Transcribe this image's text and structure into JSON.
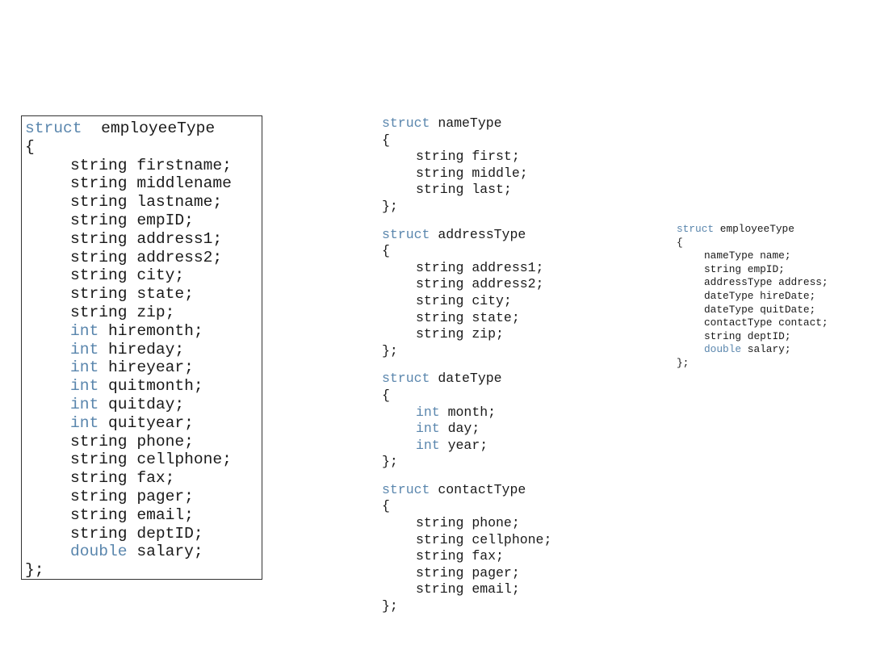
{
  "flat_struct": {
    "keyword": "struct",
    "name": "employeeType",
    "open": "{",
    "close": "};",
    "fields": [
      {
        "type": "string",
        "decl": "firstname;"
      },
      {
        "type": "string",
        "decl": "middlename"
      },
      {
        "type": "string",
        "decl": "lastname;"
      },
      {
        "type": "string",
        "decl": "empID;"
      },
      {
        "type": "string",
        "decl": "address1;"
      },
      {
        "type": "string",
        "decl": "address2;"
      },
      {
        "type": "string",
        "decl": "city;"
      },
      {
        "type": "string",
        "decl": "state;"
      },
      {
        "type": "string",
        "decl": "zip;"
      },
      {
        "type": "int",
        "decl": "hiremonth;",
        "kw": true
      },
      {
        "type": "int",
        "decl": "hireday;",
        "kw": true
      },
      {
        "type": "int",
        "decl": "hireyear;",
        "kw": true
      },
      {
        "type": "int",
        "decl": "quitmonth;",
        "kw": true
      },
      {
        "type": "int",
        "decl": "quitday;",
        "kw": true
      },
      {
        "type": "int",
        "decl": "quityear;",
        "kw": true
      },
      {
        "type": "string",
        "decl": "phone;"
      },
      {
        "type": "string",
        "decl": "cellphone;"
      },
      {
        "type": "string",
        "decl": "fax;"
      },
      {
        "type": "string",
        "decl": "pager;"
      },
      {
        "type": "string",
        "decl": "email;"
      },
      {
        "type": "string",
        "decl": "deptID;"
      },
      {
        "type": "double",
        "decl": "salary;",
        "kw": true
      }
    ]
  },
  "component_structs": [
    {
      "keyword": "struct",
      "name": "nameType",
      "open": "{",
      "close": "};",
      "fields": [
        {
          "type": "string",
          "decl": "first;"
        },
        {
          "type": "string",
          "decl": "middle;"
        },
        {
          "type": "string",
          "decl": "last;"
        }
      ]
    },
    {
      "keyword": "struct",
      "name": "addressType",
      "open": "{",
      "close": "};",
      "fields": [
        {
          "type": "string",
          "decl": "address1;"
        },
        {
          "type": "string",
          "decl": "address2;"
        },
        {
          "type": "string",
          "decl": "city;"
        },
        {
          "type": "string",
          "decl": "state;"
        },
        {
          "type": "string",
          "decl": "zip;"
        }
      ]
    },
    {
      "keyword": "struct",
      "name": "dateType",
      "open": "{",
      "close": "};",
      "fields": [
        {
          "type": "int",
          "decl": "month;",
          "kw": true
        },
        {
          "type": "int",
          "decl": "day;",
          "kw": true
        },
        {
          "type": "int",
          "decl": "year;",
          "kw": true
        }
      ]
    },
    {
      "keyword": "struct",
      "name": "contactType",
      "open": "{",
      "close": "};",
      "fields": [
        {
          "type": "string",
          "decl": "phone;"
        },
        {
          "type": "string",
          "decl": "cellphone;"
        },
        {
          "type": "string",
          "decl": "fax;"
        },
        {
          "type": "string",
          "decl": "pager;"
        },
        {
          "type": "string",
          "decl": "email;"
        }
      ]
    }
  ],
  "nested_struct": {
    "keyword": "struct",
    "name": "employeeType",
    "open": "{",
    "close": "};",
    "fields": [
      {
        "type": "nameType",
        "decl": "name;"
      },
      {
        "type": "string",
        "decl": "empID;"
      },
      {
        "type": "addressType",
        "decl": "address;"
      },
      {
        "type": "dateType",
        "decl": "hireDate;"
      },
      {
        "type": "dateType",
        "decl": "quitDate;"
      },
      {
        "type": "contactType",
        "decl": "contact;"
      },
      {
        "type": "string",
        "decl": "deptID;"
      },
      {
        "type": "double",
        "decl": "salary;",
        "kw": true
      }
    ]
  },
  "colors": {
    "keyword": "#5a86ad",
    "text": "#1a1a1a",
    "border": "#333333",
    "background": "#ffffff"
  }
}
